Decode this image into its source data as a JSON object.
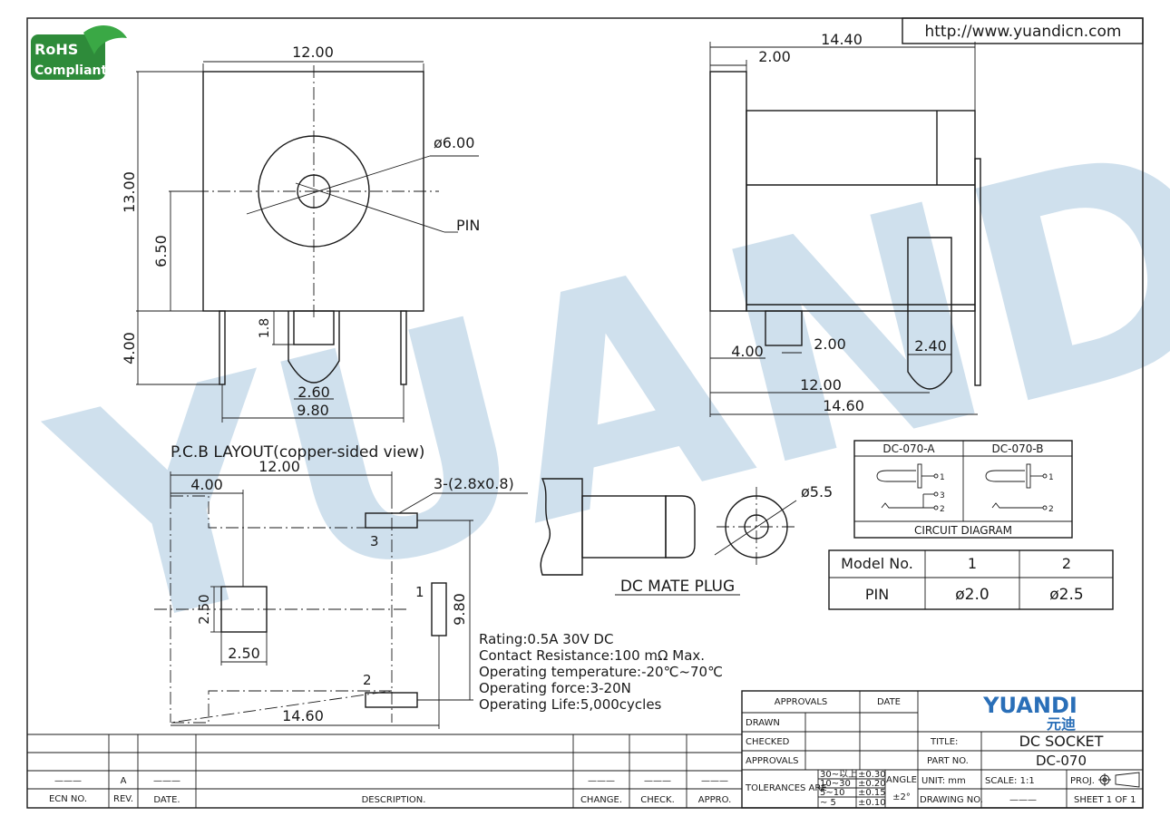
{
  "website": "http://www.yuandicn.com",
  "rohs": {
    "line1": "RoHS",
    "line2": "Compliant"
  },
  "watermark": "YUANDI",
  "front_view": {
    "width": "12.00",
    "height": "13.00",
    "center_h": "6.50",
    "pin_len": "4.00",
    "small_h": "1.8",
    "pin_w": "2.60",
    "pin_span": "9.80",
    "dia": "ø6.00",
    "pin_label": "PIN"
  },
  "side_view": {
    "total": "14.40",
    "flange": "2.00",
    "pin_off": "4.00",
    "pin_w": "2.00",
    "pin2_w": "2.40",
    "len1": "12.00",
    "len2": "14.60"
  },
  "pcb": {
    "title": "P.C.B LAYOUT(copper-sided view)",
    "width": "12.00",
    "offset": "4.00",
    "slot": "3-(2.8x0.8)",
    "pad_h": "2.50",
    "pad_w": "2.50",
    "span": "9.80",
    "total": "14.60",
    "p1": "1",
    "p2": "2",
    "p3": "3"
  },
  "plug": {
    "label": "DC MATE PLUG",
    "dia": "ø5.5"
  },
  "circuit": {
    "a": "DC-070-A",
    "b": "DC-070-B",
    "title": "CIRCUIT DIAGRAM",
    "n1": "1",
    "n2": "2",
    "n3": "3"
  },
  "model_table": {
    "h0": "Model No.",
    "h1": "1",
    "h2": "2",
    "r0": "PIN",
    "r1": "ø2.0",
    "r2": "ø2.5"
  },
  "specs": [
    "Rating:0.5A 30V DC",
    "Contact Resistance:100 mΩ Max.",
    "Operating temperature:-20℃~70℃",
    "Operating force:3-20N",
    "Operating Life:5,000cycles"
  ],
  "title_block": {
    "approvals": "APPROVALS",
    "date": "DATE",
    "drawn": "DRAWN",
    "checked": "CHECKED",
    "approvals2": "APPROVALS",
    "tolerances": "TOLERANCES ARE",
    "tol_ranges": [
      "30~以上",
      "10~30",
      "5~10",
      "~ 5"
    ],
    "tol_values": [
      "±0.30",
      "±0.20",
      "±0.15",
      "±0.10"
    ],
    "angle": "ANGLE",
    "angle_val": "±2°",
    "logo": "YUANDI",
    "logo_cn": "元迪",
    "title_lbl": "TITLE:",
    "title": "DC SOCKET",
    "part_lbl": "PART NO.",
    "part": "DC-070",
    "unit": "UNIT: mm",
    "scale": "SCALE:  1:1",
    "proj": "PROJ.",
    "drawing_no": "DRAWING NO.",
    "drawing_val": "———",
    "sheet": "SHEET  1  OF  1"
  },
  "rev_block": {
    "ecn": "ECN NO.",
    "rev": "REV.",
    "date": "DATE.",
    "desc": "DESCRIPTION.",
    "change": "CHANGE.",
    "check": "CHECK.",
    "appro": "APPRO.",
    "rev_val": "A",
    "blank": "———"
  }
}
